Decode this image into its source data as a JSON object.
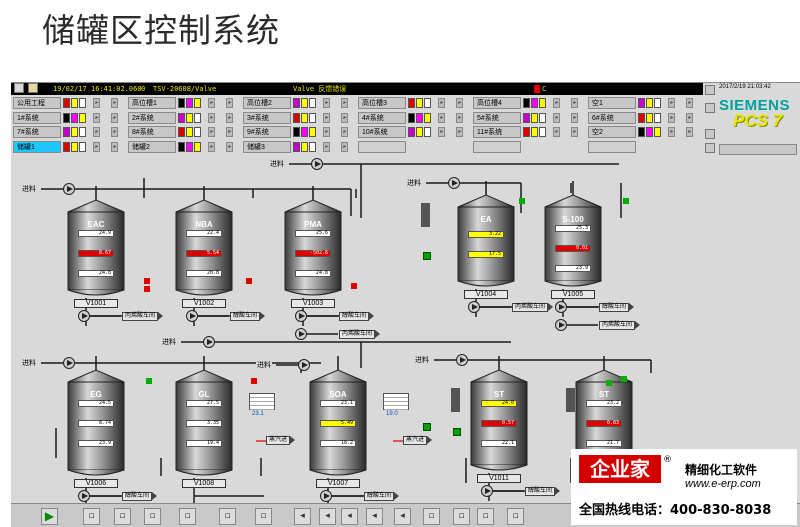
{
  "page_title": "储罐区控制系统",
  "status_bar": {
    "date": "19/02/17",
    "time": "16:41:02.060",
    "index": "0",
    "tag": "TSV-20608/Valve",
    "message": "Valve 反馈错误",
    "priority": "C"
  },
  "header_right": {
    "clock": "2017/2/19 21:03:42",
    "brand": "SIEMENS",
    "product": "PCS 7"
  },
  "area_rows": [
    [
      "公用工程",
      "高位槽1",
      "高位槽2",
      "高位槽3",
      "高位槽4",
      "空1"
    ],
    [
      "1#系统",
      "2#系统",
      "3#系统",
      "4#系统",
      "5#系统",
      "6#系统"
    ],
    [
      "7#系统",
      "8#系统",
      "9#系统",
      "10#系统",
      "11#系统",
      "空2"
    ],
    [
      "储罐1",
      "储罐2",
      "储罐3",
      "",
      "",
      ""
    ]
  ],
  "selected_area": "储罐1",
  "process": {
    "feed_label": "进料",
    "steam_label": "蒸汽进",
    "tanks": [
      {
        "name": "EAC",
        "id": "V1001",
        "values": [
          "24.9",
          "8.67",
          "24.8"
        ],
        "states": [
          "w",
          "r",
          "w"
        ],
        "dest": [
          "丙烯酸车间"
        ]
      },
      {
        "name": "NBA",
        "id": "V1002",
        "values": [
          "22.4",
          "5.54",
          "20.8"
        ],
        "states": [
          "w",
          "r",
          "w"
        ],
        "dest": [
          "醇酸车间"
        ]
      },
      {
        "name": "PMA",
        "id": "V1003",
        "values": [
          "25.6",
          "-502.6",
          "24.8"
        ],
        "states": [
          "w",
          "r",
          "w"
        ],
        "dest": [
          "醇酸车间",
          "丙烯酸车间"
        ]
      },
      {
        "name": "EA",
        "id": "V1004",
        "values": [
          "3.22",
          "17.5"
        ],
        "states": [
          "y",
          "y"
        ],
        "dest": [
          "丙烯酸车间"
        ]
      },
      {
        "name": "S-100",
        "id": "V1005",
        "values": [
          "25.3",
          "0.01",
          "23.9"
        ],
        "states": [
          "w",
          "r",
          "w"
        ],
        "dest": [
          "醇酸车间",
          "丙烯酸车间"
        ]
      },
      {
        "name": "EG",
        "id": "V1006",
        "values": [
          "24.5",
          "8.74",
          "23.9"
        ],
        "states": [
          "w",
          "w",
          "w"
        ],
        "dest": [
          "醇酸车间"
        ]
      },
      {
        "name": "GL",
        "id": "V1008",
        "values": [
          "27.5",
          "3.35",
          "19.4"
        ],
        "states": [
          "w",
          "w",
          "w"
        ],
        "dest": []
      },
      {
        "name": "SOA",
        "id": "V1007",
        "values": [
          "23.1",
          "5.49",
          "18.2"
        ],
        "states": [
          "w",
          "y",
          "w"
        ],
        "dest": [
          "醇酸车间"
        ]
      },
      {
        "name": "ST",
        "id": "V1011",
        "values": [
          "24.0",
          "0.57",
          "22.1"
        ],
        "states": [
          "y",
          "r",
          "w"
        ],
        "dest": [
          "醇酸车间"
        ]
      },
      {
        "name": "ST",
        "id": "",
        "values": [
          "23.2",
          "0.83",
          "21.7"
        ],
        "states": [
          "w",
          "r",
          "w"
        ],
        "dest": []
      }
    ],
    "side_values": [
      "23.1",
      "19.0"
    ]
  },
  "watermark": {
    "logo": "企业家",
    "name": "精细化工软件",
    "url": "www.e-erp.com",
    "hotline": "全国热线电话：400-830-8038"
  },
  "colors": {
    "selected_area": "#1ec8ff",
    "alarm": "#e00000",
    "warning": "#ffff00",
    "ok": "#00b000",
    "brand": "#00a0a0",
    "product": "#e6e600"
  }
}
